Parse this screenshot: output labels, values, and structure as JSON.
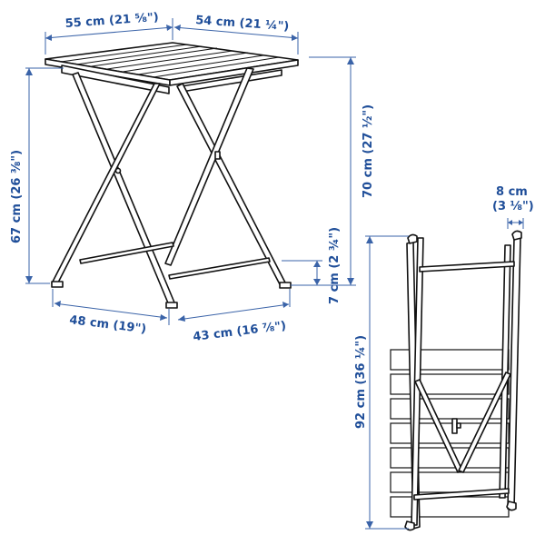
{
  "diagram": {
    "title": "",
    "subject": "Folding table dimensions",
    "colors": {
      "dimension": "#1f4e99",
      "object": "#111111",
      "background": "#ffffff"
    },
    "dimensions": {
      "top_depth": "55 cm (21 ⅝\")",
      "top_width": "54 cm (21 ¼\")",
      "height_left": "67 cm (26 ⅜\")",
      "height_total": "70 cm (27 ½\")",
      "crossbar_height": "7 cm (2 ¾\")",
      "base_depth": "48 cm (19\")",
      "base_width": "43 cm (16 ⅞\")",
      "folded_thickness_cm": "8 cm",
      "folded_thickness_in": "(3 ⅛\")",
      "folded_height": "92 cm (36 ¼\")"
    },
    "views": [
      {
        "id": "unfolded-table",
        "label": "Table unfolded (perspective)"
      },
      {
        "id": "folded-table",
        "label": "Table folded (front)"
      }
    ]
  }
}
